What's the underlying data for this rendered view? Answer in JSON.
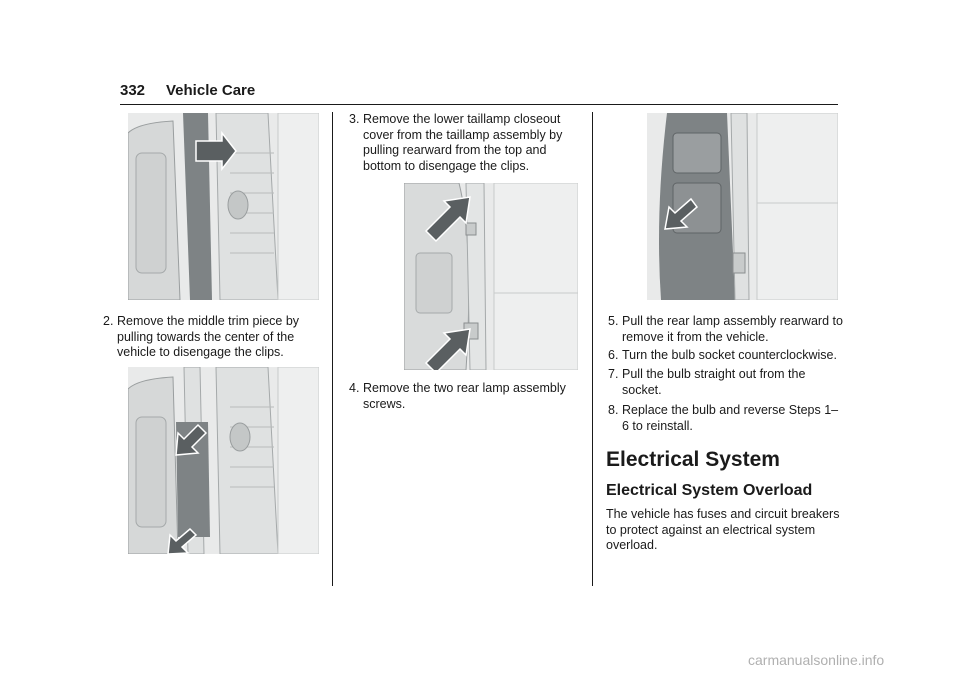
{
  "header": {
    "page_number": "332",
    "section": "Vehicle Care"
  },
  "steps": [
    {
      "num": "2.",
      "text": "Remove the middle trim piece by pulling towards the center of the vehicle to disengage the clips."
    },
    {
      "num": "3.",
      "text": "Remove the lower taillamp closeout cover from the taillamp assembly by pulling rearward from the top and bottom to disengage the clips."
    },
    {
      "num": "4.",
      "text": "Remove the two rear lamp assembly screws."
    },
    {
      "num": "5.",
      "text": "Pull the rear lamp assembly rearward to remove it from the vehicle."
    },
    {
      "num": "6.",
      "text": "Turn the bulb socket counterclockwise."
    },
    {
      "num": "7.",
      "text": "Pull the bulb straight out from the socket."
    },
    {
      "num": "8.",
      "text": "Replace the bulb and reverse Steps 1–6 to reinstall."
    }
  ],
  "electrical": {
    "heading": "Electrical System",
    "subheading": "Electrical System Overload",
    "paragraph": "The vehicle has fuses and circuit breakers to protect against an electrical system overload."
  },
  "footer": {
    "watermark": "carmanualsonline.info"
  },
  "colors": {
    "arrow": "#5a5f61",
    "trim_dark": "#7e8385",
    "figure_bg": "#e9eaea"
  }
}
